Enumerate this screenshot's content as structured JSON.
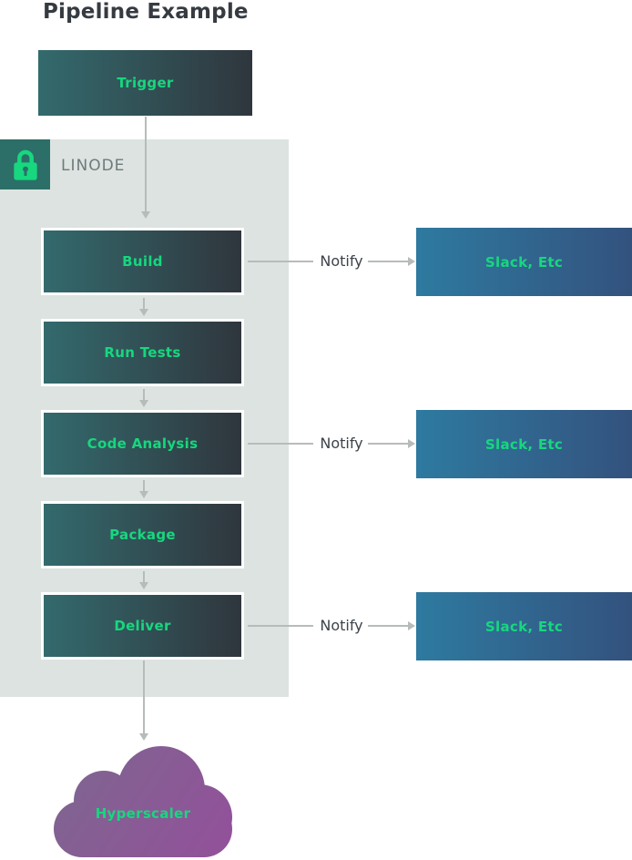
{
  "title": "Pipeline Example",
  "trigger": {
    "label": "Trigger"
  },
  "container": {
    "label": "LINODE",
    "icon": "lock-icon"
  },
  "pipeline": {
    "steps": [
      {
        "label": "Build",
        "has_notify": true
      },
      {
        "label": "Run Tests",
        "has_notify": false
      },
      {
        "label": "Code Analysis",
        "has_notify": true
      },
      {
        "label": "Package",
        "has_notify": false
      },
      {
        "label": "Deliver",
        "has_notify": true
      }
    ]
  },
  "notify": {
    "label": "Notify",
    "target_label": "Slack, Etc"
  },
  "cloud": {
    "label": "Hyperscaler"
  },
  "colors": {
    "accent_green": "#17d77f",
    "node_gradient_start": "#336a6d",
    "node_gradient_end": "#2f363d",
    "slack_gradient_start": "#2e7aa0",
    "slack_gradient_end": "#33527e",
    "cloud_gradient_start": "#7f6590",
    "cloud_gradient_end": "#92519a",
    "container_bg": "#dce3e0",
    "lock_badge_bg": "#2c6f68",
    "arrow_gray": "#b6bcba",
    "title_text": "#363b42",
    "linode_text": "#6f7a7a"
  }
}
